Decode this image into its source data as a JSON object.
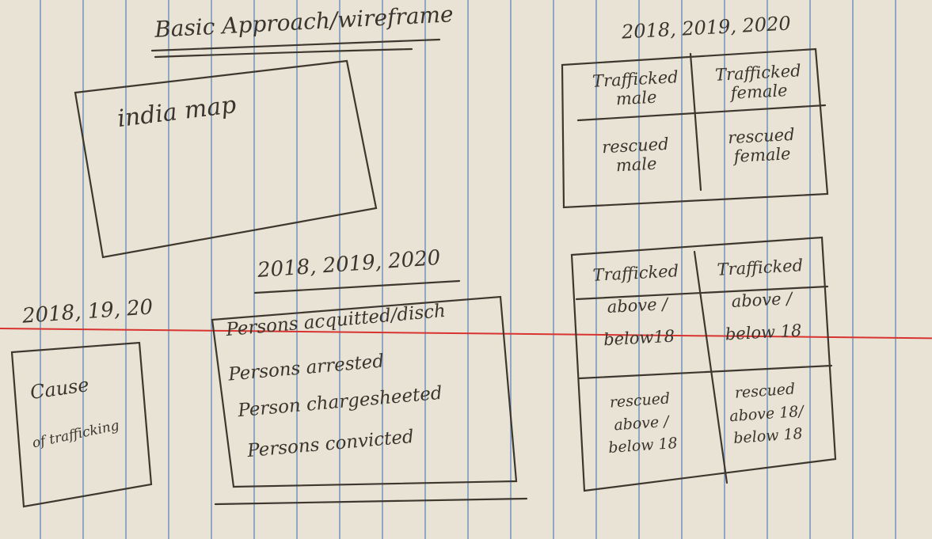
{
  "page_title": "Basic Approach/wireframe",
  "map_box": {
    "label": "india map"
  },
  "cause_box": {
    "years": "2018, 19, 20",
    "label_line1": "Cause",
    "label_line2": "of trafficking"
  },
  "persons_box": {
    "years": "2018, 2019, 2020",
    "items": [
      "Persons acquitted/disch",
      "Persons arrested",
      "Person chargesheeted",
      "Persons convicted"
    ]
  },
  "gender_grid": {
    "years": "2018, 2019, 2020",
    "cells": [
      {
        "line1": "Trafficked",
        "line2": "male"
      },
      {
        "line1": "Trafficked",
        "line2": "female"
      },
      {
        "line1": "rescued",
        "line2": "male"
      },
      {
        "line1": "rescued",
        "line2": "female"
      }
    ]
  },
  "age_grid": {
    "cells": [
      {
        "line1": "Trafficked",
        "line2": "above /",
        "line3": "below18"
      },
      {
        "line1": "Trafficked",
        "line2": "above /",
        "line3": "below 18"
      },
      {
        "line1": "rescued",
        "line2": "above /",
        "line3": "below 18"
      },
      {
        "line1": "rescued",
        "line2": "above 18/",
        "line3": "below 18"
      }
    ]
  },
  "colors": {
    "paper": "#e9e3d6",
    "rule_lines": "#8ea7c2",
    "margin_line": "#d8332f",
    "ink": "#3a342c"
  }
}
